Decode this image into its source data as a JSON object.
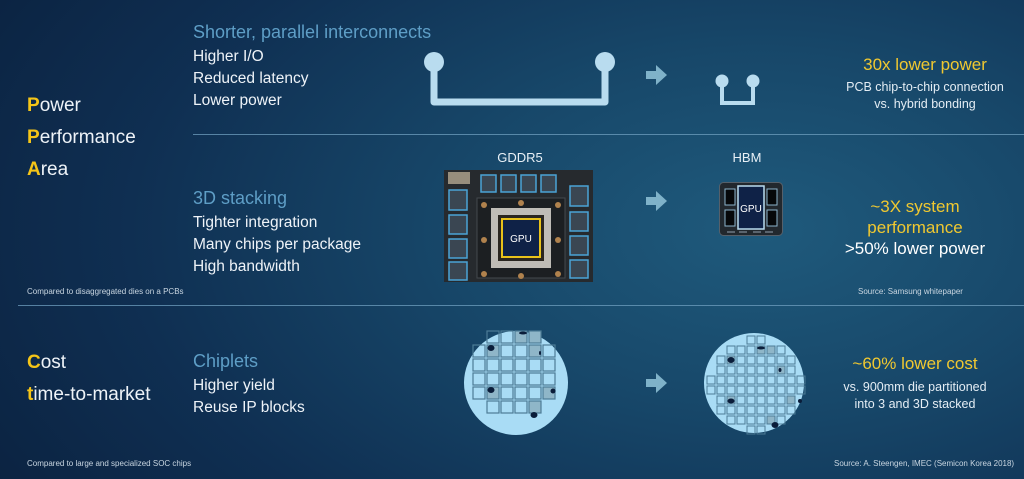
{
  "pillars": {
    "ppa": [
      {
        "initial": "P",
        "rest": "ower"
      },
      {
        "initial": "P",
        "rest": "erformance"
      },
      {
        "initial": "A",
        "rest": "rea"
      }
    ],
    "cost": [
      {
        "initial": "C",
        "rest": "ost"
      },
      {
        "initial": "t",
        "rest": "ime-to-market"
      }
    ]
  },
  "sections": {
    "interconnects": {
      "title": "Shorter, parallel interconnects",
      "bullets": [
        "Higher I/O",
        "Reduced latency",
        "Lower power"
      ],
      "result_highlight": "30x lower power",
      "result_sub": [
        "PCB chip-to-chip connection",
        "vs. hybrid bonding"
      ],
      "icon_before": "long-interconnect-icon",
      "icon_after": "short-interconnect-icon"
    },
    "stacking": {
      "title": "3D stacking",
      "bullets": [
        "Tighter integration",
        "Many chips per package",
        "High bandwidth"
      ],
      "image_before_label": "GDDR5",
      "image_after_label": "HBM",
      "gpu_label": "GPU",
      "result_highlight": [
        "~3X system",
        "performance"
      ],
      "result_white": ">50% lower power",
      "footnote": "Compared to disaggregated dies on a PCBs",
      "source": "Source: Samsung whitepaper"
    },
    "chiplets": {
      "title": "Chiplets",
      "bullets": [
        "Higher yield",
        "Reuse IP blocks"
      ],
      "result_highlight": "~60% lower cost",
      "result_sub": [
        "vs. 900mm die partitioned",
        "into 3 and 3D stacked"
      ],
      "footnote": "Compared to large and specialized SOC chips",
      "source": "Source: A. Steengen, IMEC (Semicon Korea 2018)"
    }
  },
  "colors": {
    "accent_yellow": "#f5c518",
    "section_title_blue": "#5e9ec6",
    "diagram_light_blue": "#b9dcef",
    "wafer_fill": "#a9dcf5",
    "chip_outline_blue": "#4aa3d6"
  }
}
